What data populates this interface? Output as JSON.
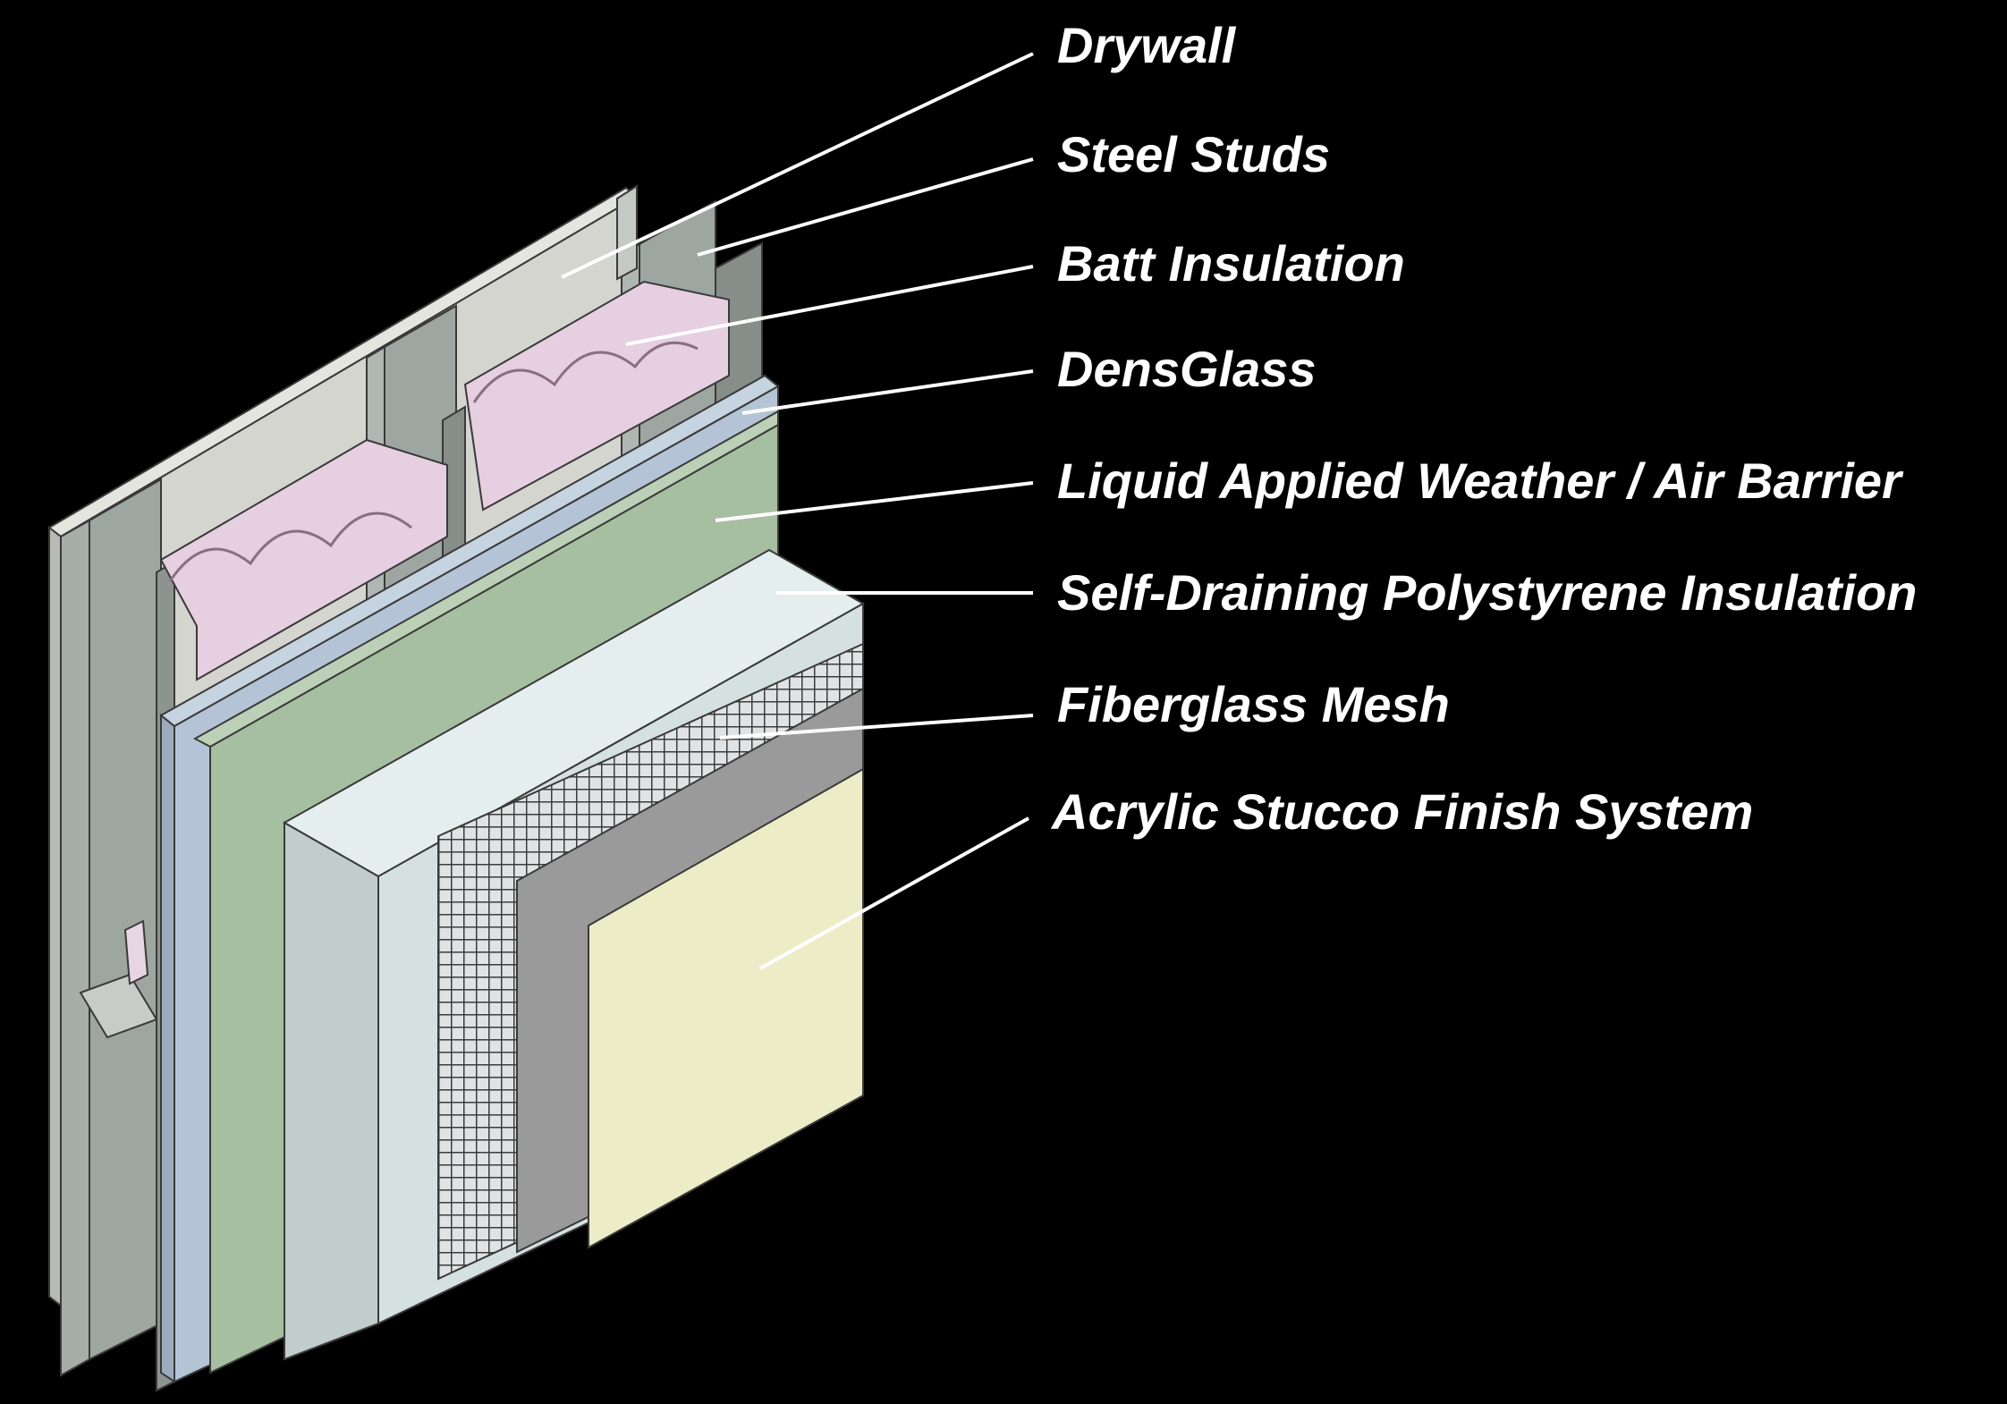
{
  "colors": {
    "background": "#000000",
    "drywall": "#d4d5cf",
    "steel_studs": "#9ea6a1",
    "batt_insulation": "#e6cfe0",
    "densglass": "#b4c4d6",
    "weather_barrier": "#a6bfa1",
    "polystyrene": "#d5e1e1",
    "fiberglass_mesh": "#9a9a9a",
    "stucco_finish": "#ecedc7",
    "label_text": "#ffffff"
  },
  "labels": [
    {
      "id": "drywall",
      "text": "Drywall"
    },
    {
      "id": "steel_studs",
      "text": "Steel Studs"
    },
    {
      "id": "batt_insulation",
      "text": "Batt Insulation"
    },
    {
      "id": "densglass",
      "text": "DensGlass"
    },
    {
      "id": "weather_barrier",
      "text": "Liquid Applied Weather / Air Barrier"
    },
    {
      "id": "polystyrene",
      "text": "Self-Draining Polystyrene Insulation"
    },
    {
      "id": "fiberglass_mesh",
      "text": "Fiberglass Mesh"
    },
    {
      "id": "stucco_finish",
      "text": "Acrylic Stucco Finish System"
    }
  ]
}
